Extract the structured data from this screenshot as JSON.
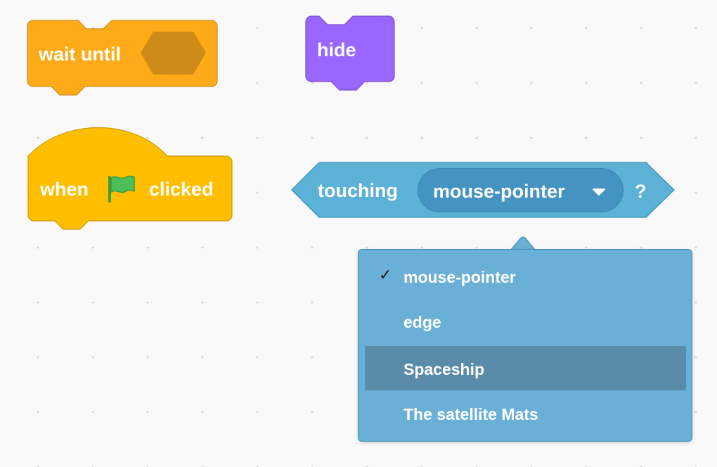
{
  "blocks": {
    "wait_until": {
      "label": "wait until",
      "color": "#ffab19"
    },
    "hide": {
      "label": "hide",
      "color": "#9966ff"
    },
    "when_flag_clicked": {
      "label_before": "when",
      "label_after": "clicked",
      "icon": "green-flag-icon",
      "color": "#ffbf00"
    },
    "touching": {
      "label": "touching",
      "selected": "mouse-pointer",
      "suffix": "?",
      "color": "#5cb1d6"
    }
  },
  "dropdown": {
    "items": [
      {
        "label": "mouse-pointer",
        "checked": true
      },
      {
        "label": "edge",
        "checked": false
      },
      {
        "label": "Spaceship",
        "checked": false,
        "hover": true
      },
      {
        "label": "The satellite Mats",
        "checked": false
      }
    ],
    "check_glyph": "✓"
  }
}
